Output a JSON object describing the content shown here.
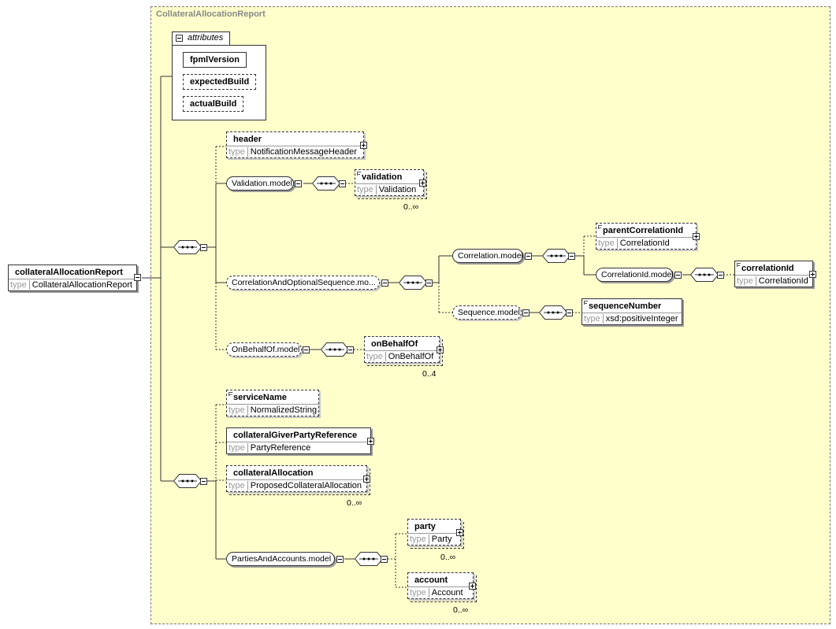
{
  "region": {
    "title": "CollateralAllocationReport"
  },
  "root": {
    "name": "collateralAllocationReport",
    "type": "CollateralAllocationReport"
  },
  "attributes": {
    "header": "attributes",
    "items": [
      {
        "name": "fpmlVersion",
        "required": true
      },
      {
        "name": "expectedBuild",
        "required": false
      },
      {
        "name": "actualBuild",
        "required": false
      }
    ]
  },
  "type_label": "type",
  "elements": {
    "header": {
      "name": "header",
      "type": "NotificationMessageHeader"
    },
    "validation": {
      "name": "validation",
      "type": "Validation",
      "cardinality": "0..∞"
    },
    "parentCorrelationId": {
      "name": "parentCorrelationId",
      "type": "CorrelationId"
    },
    "correlationId": {
      "name": "correlationId",
      "type": "CorrelationId"
    },
    "sequenceNumber": {
      "name": "sequenceNumber",
      "type": "xsd:positiveInteger"
    },
    "onBehalfOf": {
      "name": "onBehalfOf",
      "type": "OnBehalfOf",
      "cardinality": "0..4"
    },
    "serviceName": {
      "name": "serviceName",
      "type": "NormalizedString"
    },
    "collateralGiverPartyReference": {
      "name": "collateralGiverPartyReference",
      "type": "PartyReference"
    },
    "collateralAllocation": {
      "name": "collateralAllocation",
      "type": "ProposedCollateralAllocation",
      "cardinality": "0..∞"
    },
    "party": {
      "name": "party",
      "type": "Party",
      "cardinality": "0..∞"
    },
    "account": {
      "name": "account",
      "type": "Account",
      "cardinality": "0..∞"
    }
  },
  "groups": {
    "validationModel": "Validation.model",
    "correlationAndOptionalSequenceModel": "CorrelationAndOptionalSequence.mo...",
    "correlationModel": "Correlation.model",
    "correlationIdModel": "CorrelationId.model",
    "sequenceModel": "Sequence.model",
    "onBehalfOfModel": "OnBehalfOf.model",
    "partiesAndAccountsModel": "PartiesAndAccounts.model"
  }
}
